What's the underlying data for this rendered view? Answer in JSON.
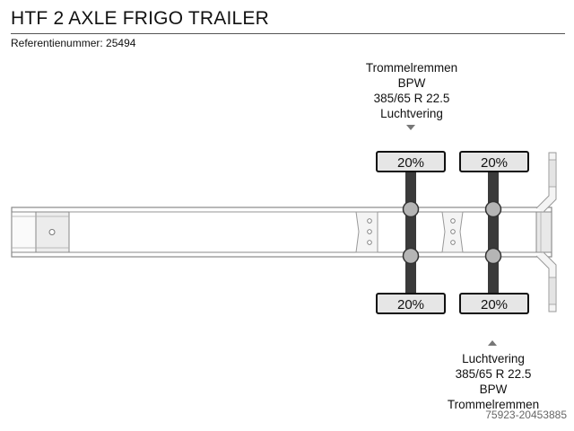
{
  "title": "HTF 2 AXLE FRIGO TRAILER",
  "reference": "Referentienummer: 25494",
  "top_spec": {
    "brakes": "Trommelremmen",
    "axle_brand": "BPW",
    "tyre_size": "385/65 R 22.5",
    "suspension": "Luchtvering"
  },
  "bottom_spec": {
    "suspension": "Luchtvering",
    "tyre_size": "385/65 R 22.5",
    "axle_brand": "BPW",
    "brakes": "Trommelremmen"
  },
  "axles": [
    {
      "top_tyre": "20%",
      "bottom_tyre": "20%"
    },
    {
      "top_tyre": "20%",
      "bottom_tyre": "20%"
    }
  ],
  "watermark": "75923-20453885",
  "colors": {
    "tyre_fill": "#e6e6e6",
    "axle": "#3a3a3a",
    "hub": "#b5b5b5",
    "frame": "#888888"
  },
  "icons": {
    "top_arrow": "triangle-down-icon",
    "bottom_arrow": "triangle-up-icon"
  }
}
